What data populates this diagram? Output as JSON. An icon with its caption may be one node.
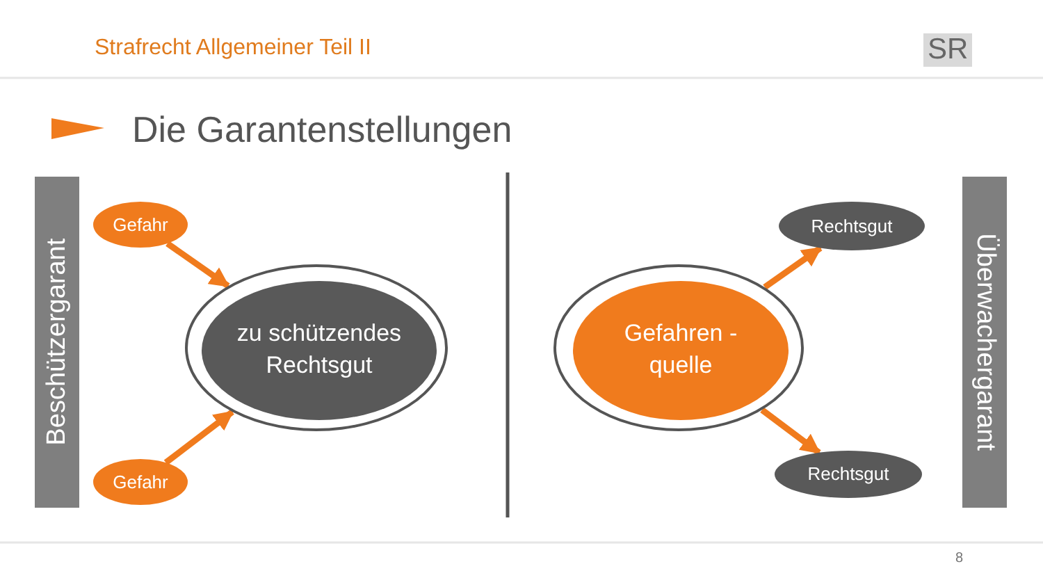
{
  "diagram": {
    "title": "Die Garantenstellungen",
    "nodes": [
      {
        "text": [
          "Beschützergarant"
        ]
      },
      {
        "text": [
          "Gefahr"
        ]
      },
      {
        "text": [],
        "shape": "ellipse"
      },
      {
        "text": [
          "zu schützendes Rechtsgut"
        ],
        "in": 2
      },
      {
        "text": [
          "Gefahr"
        ]
      },
      {
        "text": [],
        "shape": "ellipse"
      },
      {
        "text": [
          "Gefahren - quelle"
        ],
        "in": 5
      },
      {
        "text": [
          "Rechtsgut"
        ]
      },
      {
        "text": [
          "Rechtsgut"
        ]
      },
      {
        "text": [
          "Überwachergarant"
        ]
      }
    ],
    "edges": [
      {
        "from": 1,
        "to": 2,
        "arrow": "to"
      },
      {
        "from": 4,
        "to": 2,
        "arrow": "to"
      },
      {
        "from": 6,
        "to": 7,
        "arrow": "to"
      },
      {
        "from": 6,
        "to": 8,
        "arrow": "to"
      }
    ],
    "labels": [
      "Strafrecht Allgemeiner Teil II",
      "SR",
      "8"
    ]
  }
}
